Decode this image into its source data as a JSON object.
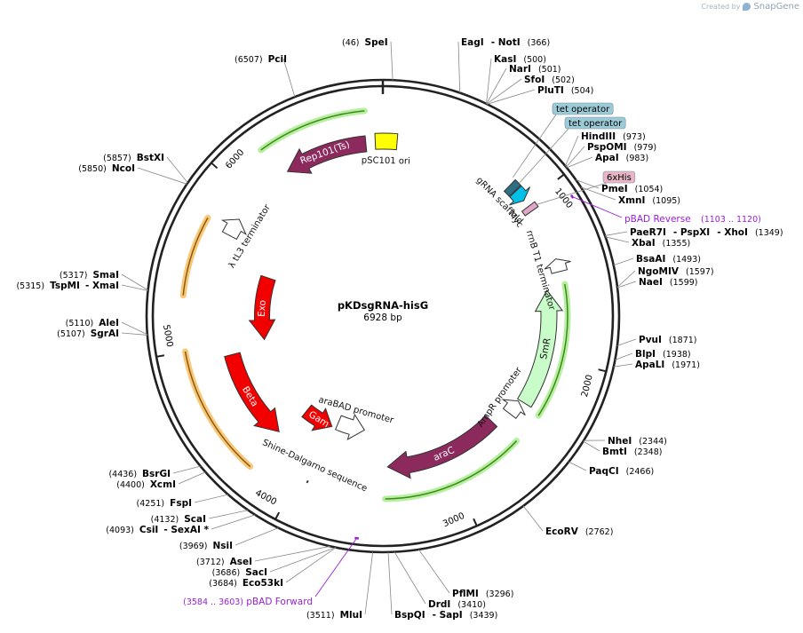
{
  "plasmid": {
    "name": "pKDsgRNA-hisG",
    "length": "6928 bp",
    "total_bp": 6928
  },
  "watermark": {
    "created_by": "Created by",
    "brand": "SnapGene"
  },
  "colors": {
    "backbone": "#222222",
    "dark_feature": "#8c2a5e",
    "red_feature": "#f20000",
    "white_feature": "#ffffff",
    "ori_yellow": "#ffff00",
    "smr_green": "#c8fcc8",
    "highlight_green": "#b7eea0",
    "highlight_orange": "#f8c878",
    "primer_purple": "#9a1fd8",
    "tet_label_bg": "#9ccbd8",
    "his_label_bg": "#e9b6c8"
  },
  "ruler_ticks": [
    {
      "bp": 1000,
      "label": "1000"
    },
    {
      "bp": 2000,
      "label": "2000"
    },
    {
      "bp": 3000,
      "label": "3000"
    },
    {
      "bp": 4000,
      "label": "4000"
    },
    {
      "bp": 5000,
      "label": "5000"
    },
    {
      "bp": 6000,
      "label": "6000"
    }
  ],
  "features": [
    {
      "name": "Rep101(Ts)",
      "start": 6285,
      "end": 6820,
      "direction": "ccw",
      "color": "#8c2a5e",
      "label_inside": true
    },
    {
      "name": "pSC101 ori",
      "start": 6880,
      "end": 90,
      "direction": "none",
      "color": "#ffff00",
      "label_inside": false
    },
    {
      "name": "λ tL3 terminator",
      "start": 5730,
      "end": 5850,
      "direction": "cw",
      "color": "#ffffff",
      "label_inside": false
    },
    {
      "name": "Exo",
      "start": 4980,
      "end": 5550,
      "direction": "ccw",
      "color": "#f20000",
      "label_inside": true
    },
    {
      "name": "Beta",
      "start": 4270,
      "end": 4920,
      "direction": "ccw",
      "color": "#f20000",
      "label_inside": true
    },
    {
      "name": "Gam",
      "start": 3940,
      "end": 4210,
      "direction": "ccw",
      "color": "#f20000",
      "label_inside": true
    },
    {
      "name": "Shine-Dalgarno sequence",
      "start": 3932,
      "end": 3937,
      "direction": "none",
      "color": "#333333",
      "label_inside": false
    },
    {
      "name": "araBAD promoter",
      "start": 3640,
      "end": 3900,
      "direction": "ccw",
      "color": "#ffffff",
      "label_inside": false
    },
    {
      "name": "araC",
      "start": 2580,
      "end": 3430,
      "direction": "cw",
      "color": "#8c2a5e",
      "label_inside": true
    },
    {
      "name": "AmpR promoter",
      "start": 2350,
      "end": 2455,
      "direction": "ccw",
      "color": "#ffffff",
      "label_inside": false
    },
    {
      "name": "SmR",
      "start": 1560,
      "end": 2340,
      "direction": "ccw",
      "color": "#c8fcc8",
      "label_inside": true
    },
    {
      "name": "rrnB T1 terminator",
      "start": 1380,
      "end": 1460,
      "direction": "ccw",
      "color": "#ffffff",
      "label_inside": false
    },
    {
      "name": "gRNA scaffold",
      "start": 850,
      "end": 895,
      "direction": "none",
      "color": "#2f6f86",
      "label_inside": false
    },
    {
      "name": "",
      "start": 900,
      "end": 975,
      "direction": "cw",
      "color": "#00c0e8",
      "label_inside": false
    },
    {
      "name": "Myc",
      "start": 1020,
      "end": 1055,
      "direction": "none",
      "color": "#e2a6c6",
      "label_inside": false
    }
  ],
  "highlights": [
    {
      "start": 6230,
      "end": 6830,
      "color": "#b7eea0"
    },
    {
      "start": 5310,
      "end": 5760,
      "color": "#f8c878"
    },
    {
      "start": 4260,
      "end": 5000,
      "color": "#f8c878"
    },
    {
      "start": 2560,
      "end": 3450,
      "color": "#b7eea0"
    },
    {
      "start": 1540,
      "end": 2360,
      "color": "#b7eea0"
    }
  ],
  "primers": [
    {
      "name": "pBAD Reverse",
      "range": "(1103 .. 1120)",
      "bp": 1111,
      "side": "right"
    },
    {
      "name": "pBAD Forward",
      "range": "(3584 .. 3603)",
      "bp": 3593,
      "side": "left"
    }
  ],
  "feature_tags": [
    {
      "name": "tet operator",
      "bp": 830,
      "style": "tet"
    },
    {
      "name": "tet operator",
      "bp": 880,
      "style": "tet"
    },
    {
      "name": "6xHis",
      "bp": 1040,
      "style": "his"
    }
  ],
  "sites": [
    {
      "name": "SpeI",
      "pos": "(46)",
      "bp": 46,
      "side": "left",
      "pos_first": true
    },
    {
      "name": "EagI",
      "bp": 366,
      "side": "right"
    },
    {
      "name": "- NotI",
      "pos": "(366)",
      "bp": 366,
      "side": "right",
      "inline": true
    },
    {
      "name": "KasI",
      "pos": "(500)",
      "bp": 500,
      "side": "right"
    },
    {
      "name": "NarI",
      "pos": "(501)",
      "bp": 501,
      "side": "right"
    },
    {
      "name": "SfoI",
      "pos": "(502)",
      "bp": 502,
      "side": "right"
    },
    {
      "name": "PluTI",
      "pos": "(504)",
      "bp": 504,
      "side": "right"
    },
    {
      "name": "HindIII",
      "pos": "(973)",
      "bp": 973,
      "side": "right"
    },
    {
      "name": "PspOMI",
      "pos": "(979)",
      "bp": 979,
      "side": "right"
    },
    {
      "name": "ApaI",
      "pos": "(983)",
      "bp": 983,
      "side": "right"
    },
    {
      "name": "PmeI",
      "pos": "(1054)",
      "bp": 1054,
      "side": "right"
    },
    {
      "name": "XmnI",
      "pos": "(1095)",
      "bp": 1095,
      "side": "right"
    },
    {
      "name": "PaeR7I",
      "bp": 1349,
      "side": "right"
    },
    {
      "name": "- PspXI",
      "bp": 1349,
      "side": "right",
      "inline": true
    },
    {
      "name": "- XhoI",
      "pos": "(1349)",
      "bp": 1349,
      "side": "right",
      "inline": true
    },
    {
      "name": "XbaI",
      "pos": "(1355)",
      "bp": 1355,
      "side": "right"
    },
    {
      "name": "BsaAI",
      "pos": "(1493)",
      "bp": 1493,
      "side": "right"
    },
    {
      "name": "NgoMIV",
      "pos": "(1597)",
      "bp": 1597,
      "side": "right"
    },
    {
      "name": "NaeI",
      "pos": "(1599)",
      "bp": 1599,
      "side": "right"
    },
    {
      "name": "PvuI",
      "pos": "(1871)",
      "bp": 1871,
      "side": "right"
    },
    {
      "name": "BlpI",
      "pos": "(1938)",
      "bp": 1938,
      "side": "right"
    },
    {
      "name": "ApaLI",
      "pos": "(1971)",
      "bp": 1971,
      "side": "right"
    },
    {
      "name": "NheI",
      "pos": "(2344)",
      "bp": 2344,
      "side": "right"
    },
    {
      "name": "BmtI",
      "pos": "(2348)",
      "bp": 2348,
      "side": "right"
    },
    {
      "name": "PaqCI",
      "pos": "(2466)",
      "bp": 2466,
      "side": "right"
    },
    {
      "name": "EcoRV",
      "pos": "(2762)",
      "bp": 2762,
      "side": "right"
    },
    {
      "name": "PflMI",
      "pos": "(3296)",
      "bp": 3296,
      "side": "right"
    },
    {
      "name": "DrdI",
      "pos": "(3410)",
      "bp": 3410,
      "side": "right"
    },
    {
      "name": "BspQI",
      "bp": 3439,
      "side": "right"
    },
    {
      "name": "- SapI",
      "pos": "(3439)",
      "bp": 3439,
      "side": "right",
      "inline": true
    },
    {
      "name": "MluI",
      "pos": "(3511)",
      "bp": 3511,
      "side": "left"
    },
    {
      "name": "Eco53kI",
      "pos": "(3684)",
      "bp": 3684,
      "side": "left"
    },
    {
      "name": "SacI",
      "pos": "(3686)",
      "bp": 3686,
      "side": "left"
    },
    {
      "name": "AseI",
      "pos": "(3712)",
      "bp": 3712,
      "side": "left"
    },
    {
      "name": "NsiI",
      "pos": "(3969)",
      "bp": 3969,
      "side": "left"
    },
    {
      "name": "CsiI",
      "pos": "(4093)",
      "bp": 4093,
      "side": "left"
    },
    {
      "name": "- SexAI *",
      "bp": 4093,
      "side": "left",
      "inline": true
    },
    {
      "name": "ScaI",
      "pos": "(4132)",
      "bp": 4132,
      "side": "left"
    },
    {
      "name": "FspI",
      "pos": "(4251)",
      "bp": 4251,
      "side": "left"
    },
    {
      "name": "XcmI",
      "pos": "(4400)",
      "bp": 4400,
      "side": "left"
    },
    {
      "name": "BsrGI",
      "pos": "(4436)",
      "bp": 4436,
      "side": "left"
    },
    {
      "name": "SgrAI",
      "pos": "(5107)",
      "bp": 5107,
      "side": "left"
    },
    {
      "name": "AleI",
      "pos": "(5110)",
      "bp": 5110,
      "side": "left"
    },
    {
      "name": "TspMI",
      "pos": "(5315)",
      "bp": 5315,
      "side": "left"
    },
    {
      "name": "- XmaI",
      "bp": 5315,
      "side": "left",
      "inline": true
    },
    {
      "name": "SmaI",
      "pos": "(5317)",
      "bp": 5317,
      "side": "left"
    },
    {
      "name": "NcoI",
      "pos": "(5850)",
      "bp": 5850,
      "side": "left"
    },
    {
      "name": "BstXI",
      "pos": "(5857)",
      "bp": 5857,
      "side": "left"
    },
    {
      "name": "PciI",
      "pos": "(6507)",
      "bp": 6507,
      "side": "left",
      "pos_first": true
    }
  ]
}
